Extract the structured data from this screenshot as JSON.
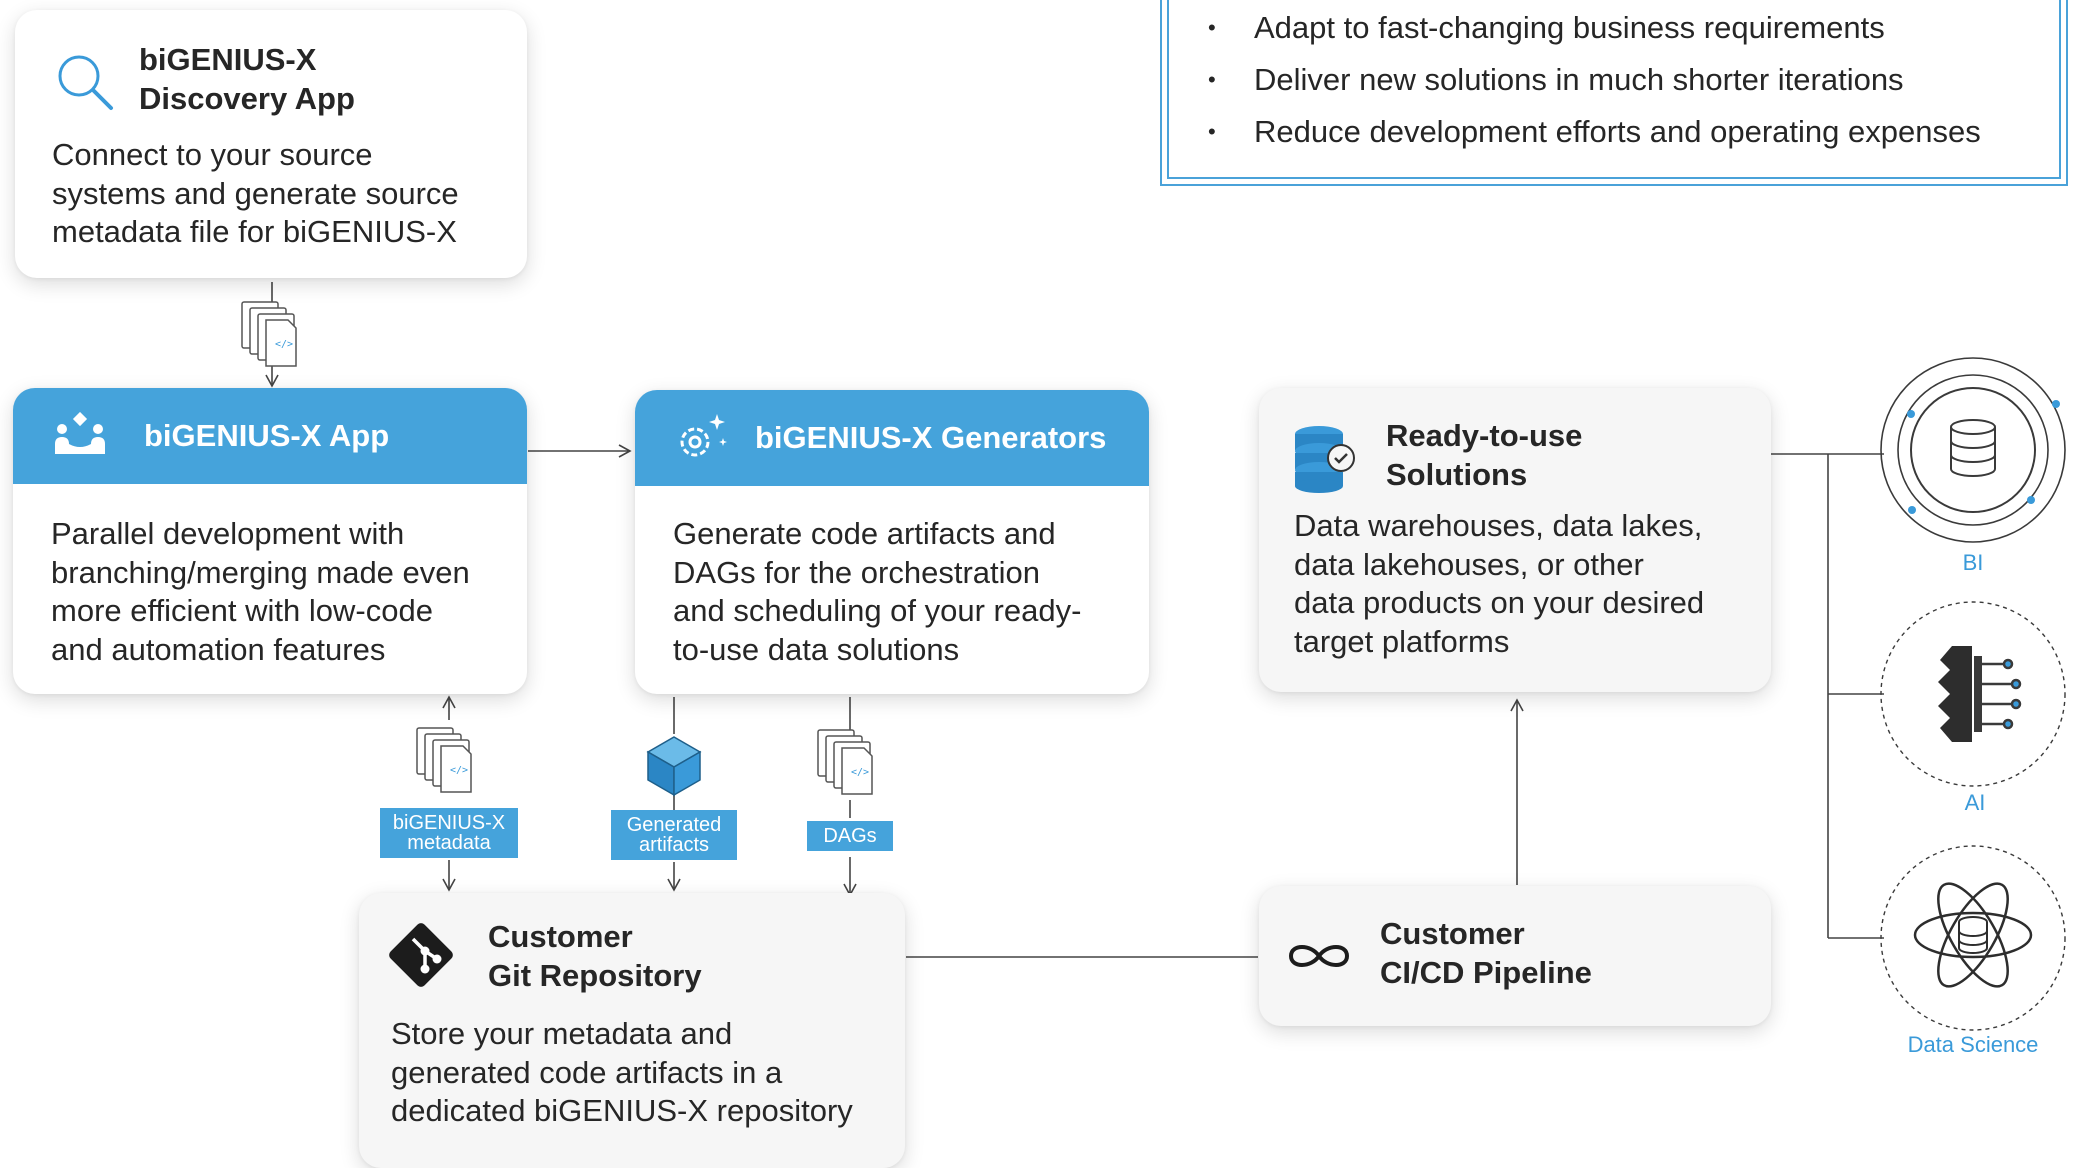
{
  "benefits": [
    "Adapt to fast-changing business requirements",
    "Deliver new solutions in much shorter iterations",
    "Reduce development efforts and operating expenses"
  ],
  "discovery": {
    "title_line1": "biGENIUS-X",
    "title_line2": "Discovery App",
    "body": [
      "Connect to your source",
      "systems and generate source",
      "metadata file for biGENIUS-X"
    ],
    "icon": "search-icon"
  },
  "app": {
    "title": "biGENIUS-X App",
    "body": [
      "Parallel development with",
      "branching/merging made even",
      "more efficient with low-code",
      "and automation features"
    ],
    "icon": "team-icon"
  },
  "generators": {
    "title": "biGENIUS-X Generators",
    "body": [
      "Generate code artifacts and",
      "DAGs for the orchestration",
      "and scheduling of your ready-",
      "to-use data solutions"
    ],
    "icon": "gear-sparkle-icon"
  },
  "solutions": {
    "title_line1": "Ready-to-use",
    "title_line2": "Solutions",
    "body": [
      "Data warehouses, data lakes,",
      "data lakehouses, or other",
      "data products on your desired",
      "target platforms"
    ],
    "icon": "database-check-icon"
  },
  "git": {
    "title_line1": "Customer",
    "title_line2": "Git Repository",
    "body": [
      "Store your metadata and",
      "generated code artifacts in a",
      "dedicated biGENIUS-X repository"
    ],
    "icon": "git-icon"
  },
  "cicd": {
    "title_line1": "Customer",
    "title_line2": "CI/CD Pipeline",
    "icon": "infinity-icon"
  },
  "tags": {
    "metadata": [
      "biGENIUS-X",
      "metadata"
    ],
    "artifacts": [
      "Generated",
      "artifacts"
    ],
    "dags": "DAGs"
  },
  "targets": {
    "bi": "BI",
    "ai": "AI",
    "ds": "Data Science"
  },
  "colors": {
    "accent": "#45a3db",
    "text": "#262626",
    "line": "#444444"
  }
}
